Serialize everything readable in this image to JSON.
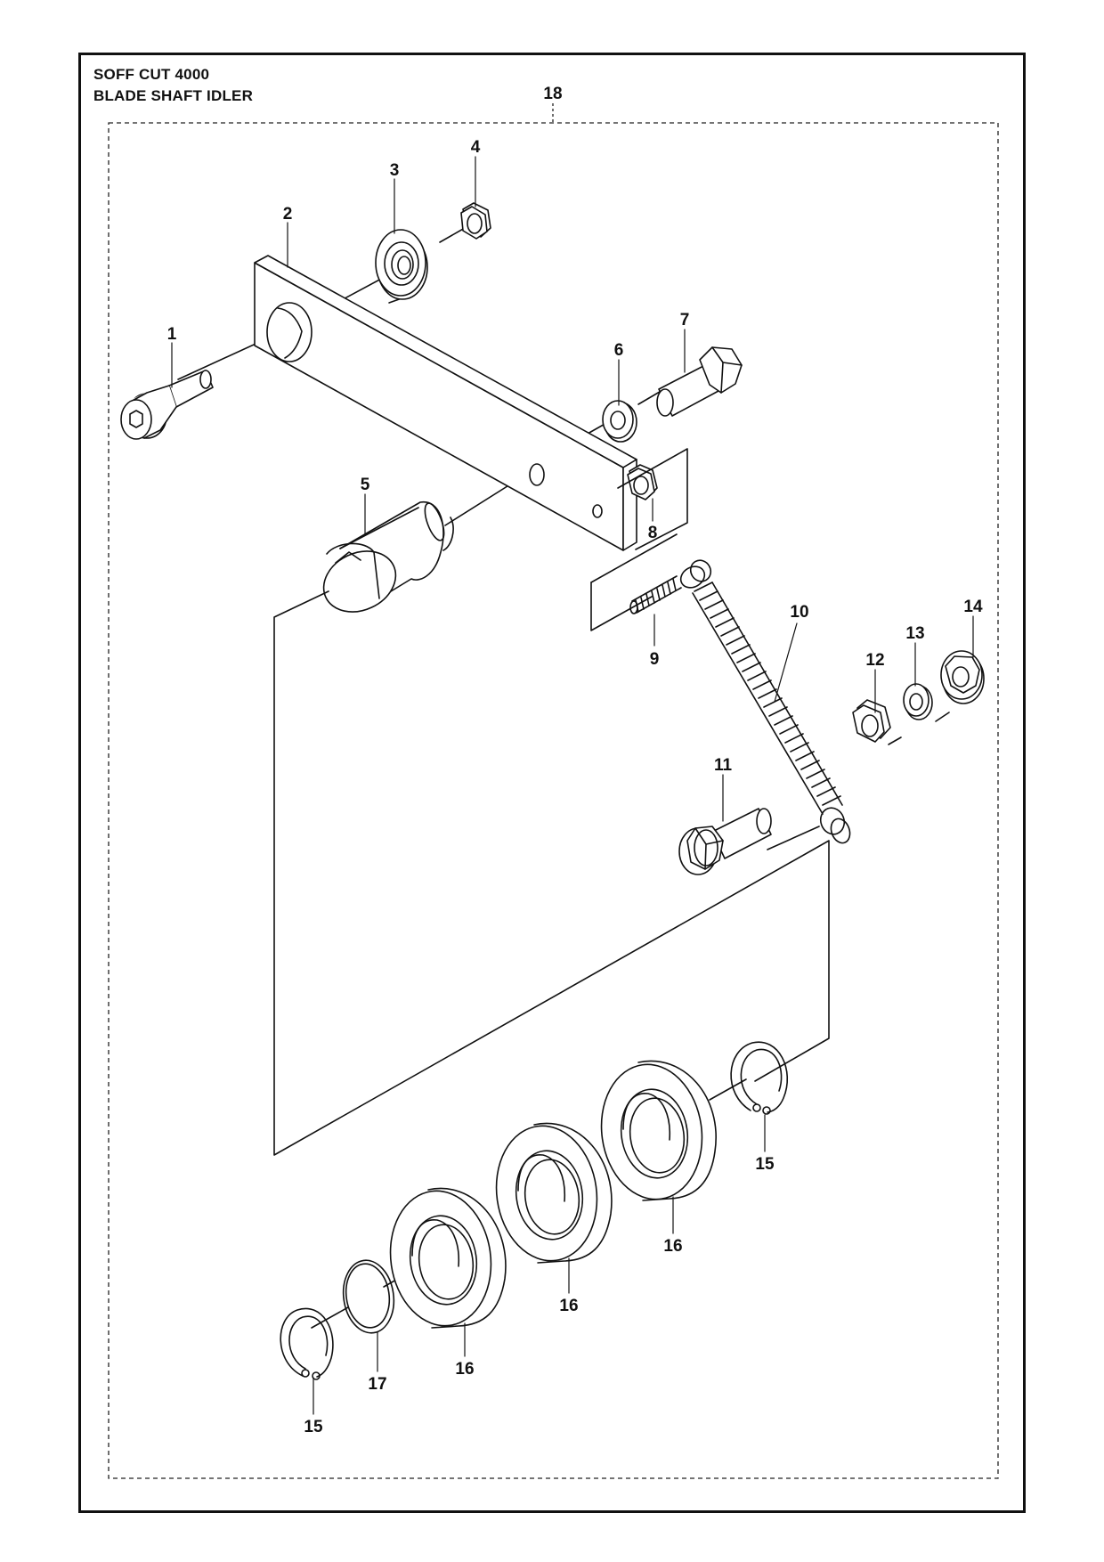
{
  "title": {
    "model": "SOFF CUT 4000",
    "assembly": "BLADE SHAFT IDLER"
  },
  "callouts": [
    "1",
    "2",
    "3",
    "4",
    "5",
    "6",
    "7",
    "8",
    "9",
    "10",
    "11",
    "12",
    "13",
    "14",
    "15",
    "15",
    "16",
    "16",
    "16",
    "17",
    "18"
  ]
}
